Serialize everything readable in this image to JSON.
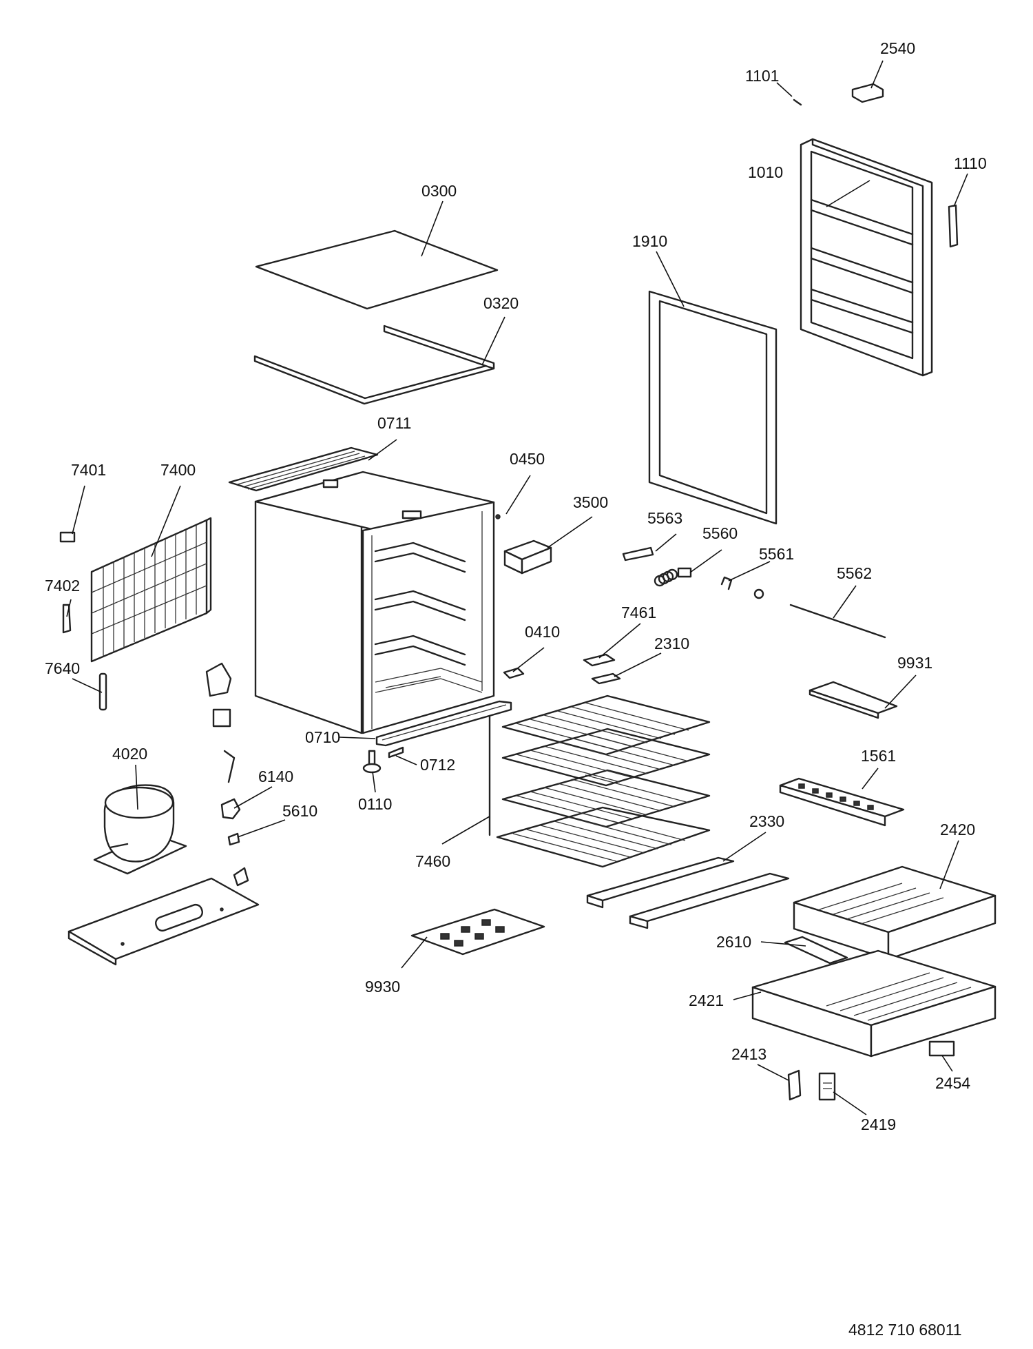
{
  "document_number": "4812 710 68011",
  "part_labels": [
    "2540",
    "1101",
    "1110",
    "1010",
    "0300",
    "1910",
    "0320",
    "0711",
    "7401",
    "7400",
    "0450",
    "3500",
    "5563",
    "5560",
    "5561",
    "5562",
    "7402",
    "0410",
    "7461",
    "2310",
    "7640",
    "9931",
    "0710",
    "0712",
    "4020",
    "6140",
    "1561",
    "0110",
    "5610",
    "2330",
    "2420",
    "7460",
    "2610",
    "9930",
    "2421",
    "2413",
    "2454",
    "2419"
  ]
}
